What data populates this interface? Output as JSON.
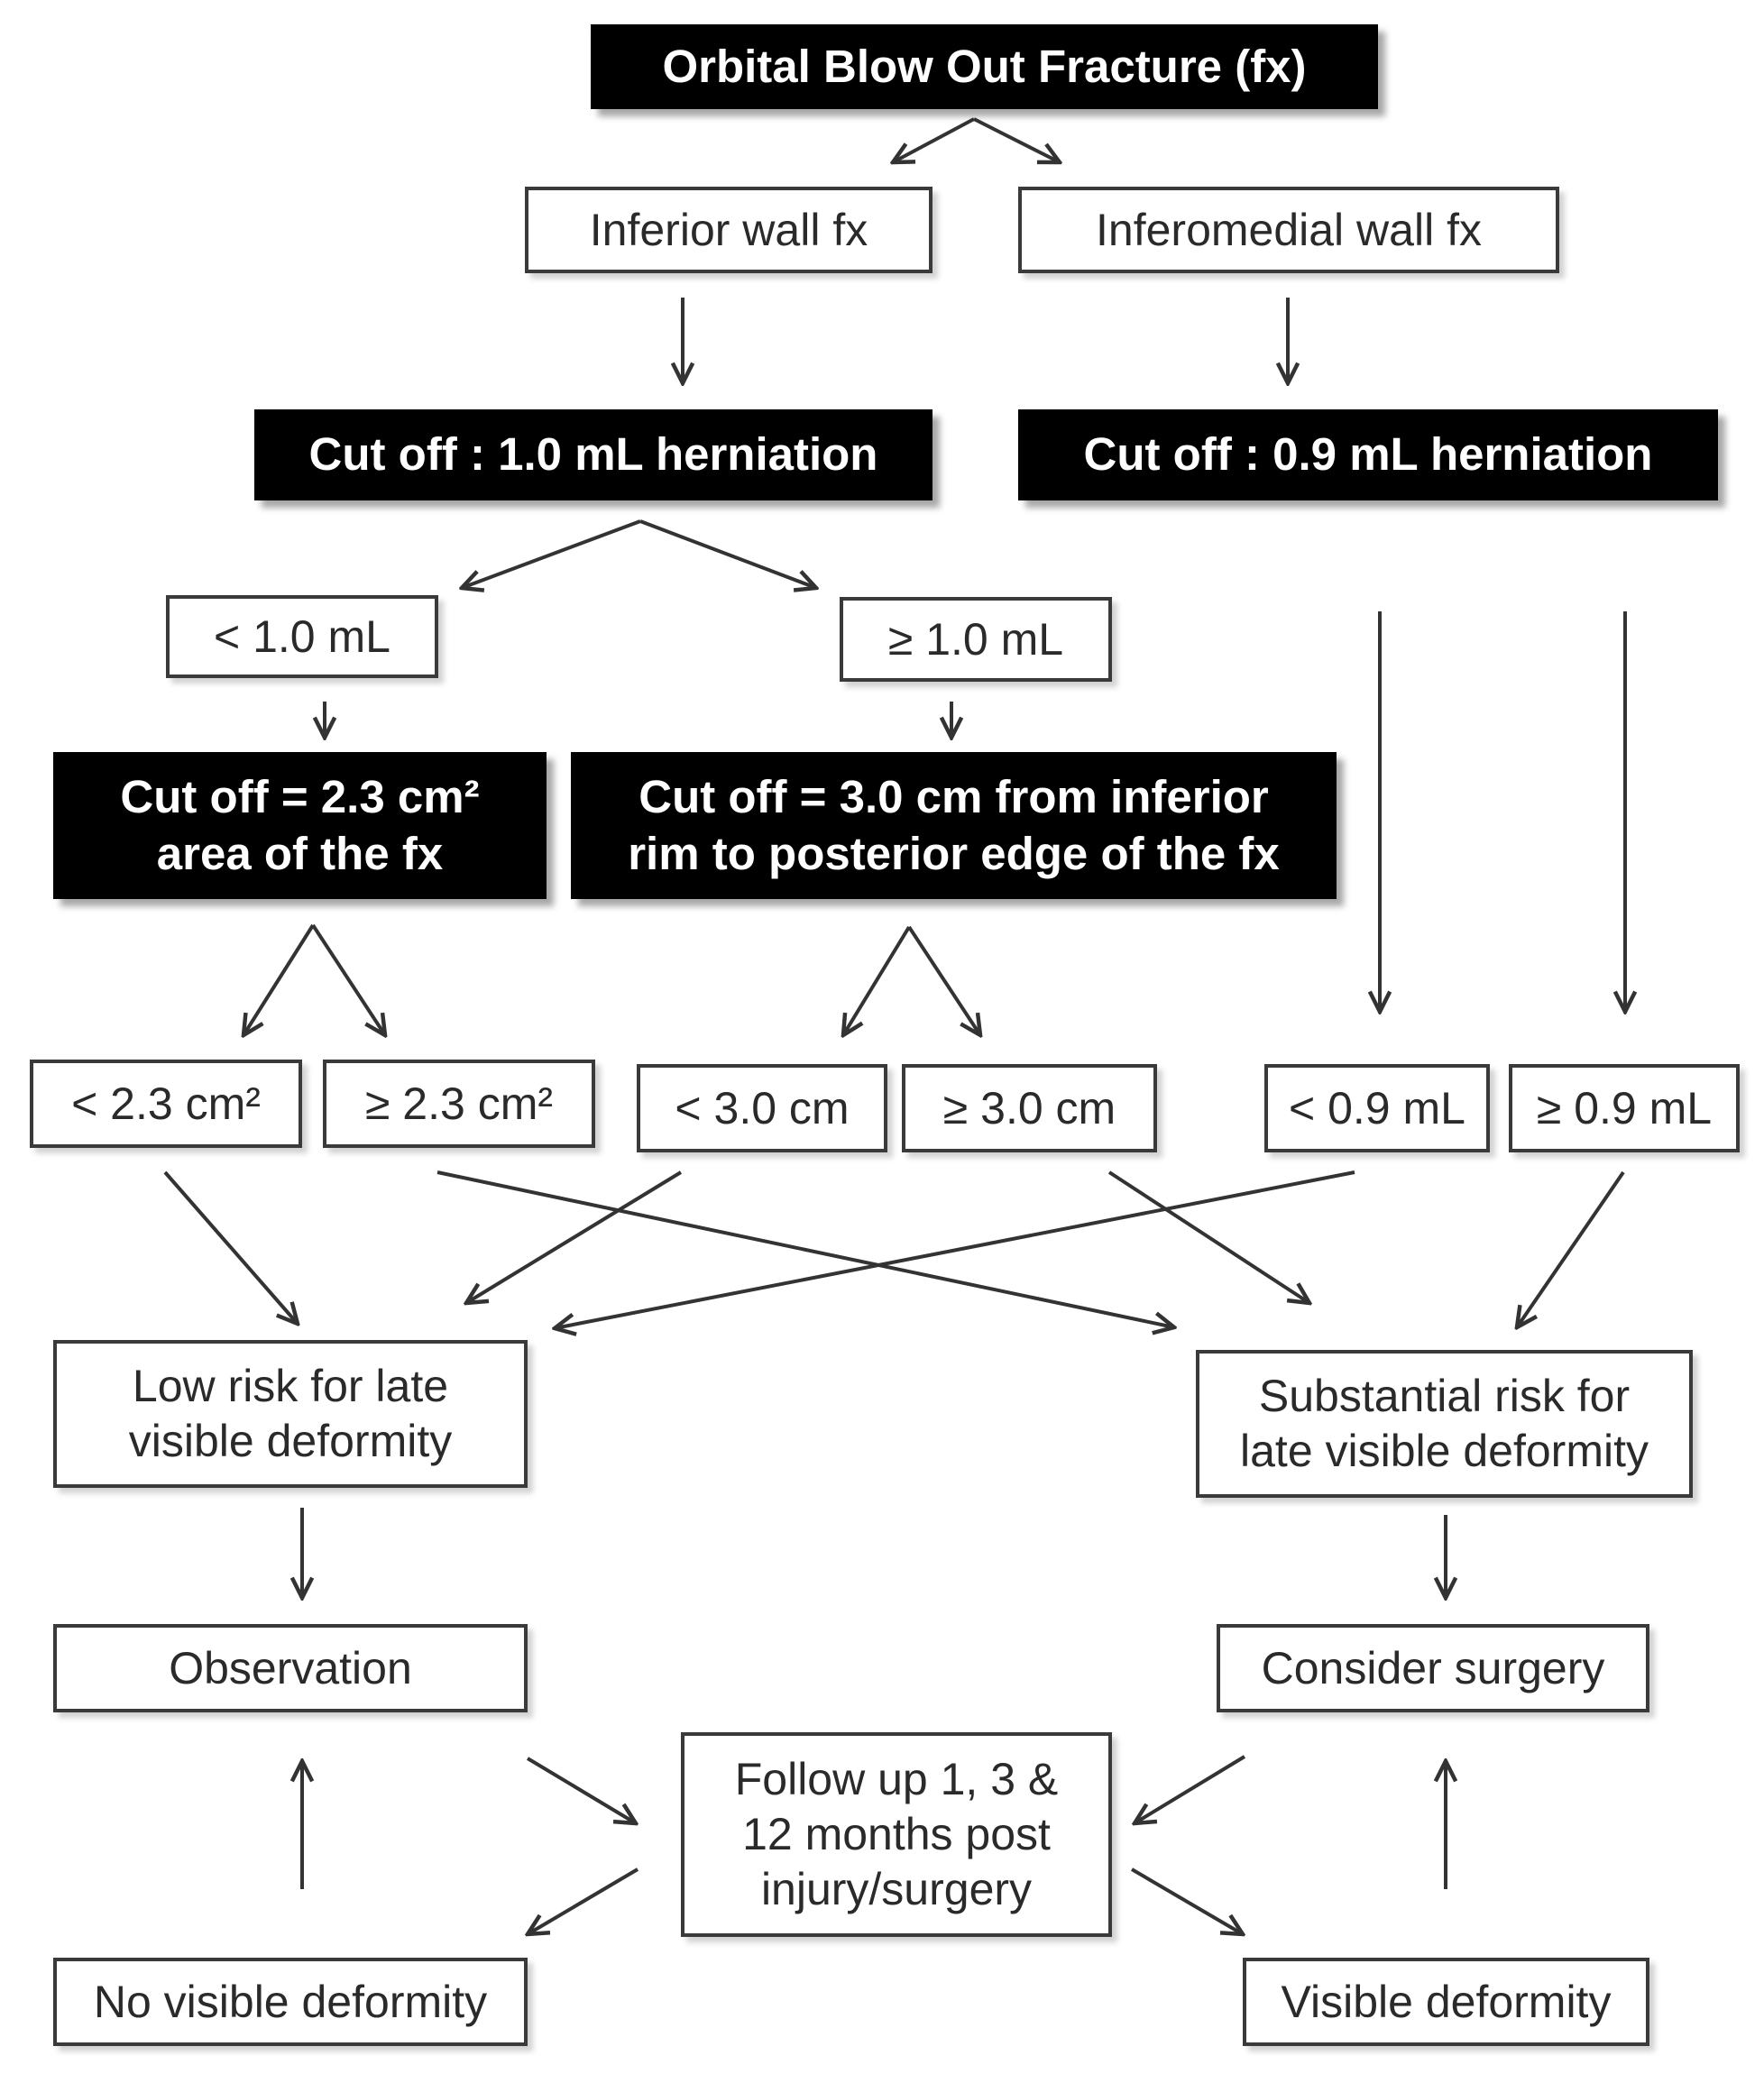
{
  "nodes": {
    "root": "Orbital Blow Out Fracture  (fx)",
    "inferior_wall": "Inferior wall fx",
    "inferomedial_wall": "Inferomedial wall fx",
    "cutoff_inferior": "Cut off : 1.0 mL herniation",
    "cutoff_inferomedial": "Cut off : 0.9 mL herniation",
    "lt_1_0_ml": "< 1.0 mL",
    "ge_1_0_ml": "≥ 1.0 mL",
    "cutoff_area": "Cut off = 2.3 cm²\narea of the fx",
    "cutoff_distance": "Cut off = 3.0 cm from inferior\nrim to posterior edge of the fx",
    "lt_2_3_cm2": "< 2.3 cm²",
    "ge_2_3_cm2": "≥ 2.3 cm²",
    "lt_3_0_cm": "< 3.0 cm",
    "ge_3_0_cm": "≥ 3.0 cm",
    "lt_0_9_ml": "< 0.9 mL",
    "ge_0_9_ml": "≥ 0.9 mL",
    "low_risk": "Low risk for late\nvisible deformity",
    "substantial_risk": "Substantial risk for\nlate visible deformity",
    "observation": "Observation",
    "consider_surgery": "Consider surgery",
    "follow_up": "Follow up 1, 3 &\n12 months post\ninjury/surgery",
    "no_visible_deformity": "No visible deformity",
    "visible_deformity": "Visible deformity"
  },
  "colors": {
    "dark_box": "#000000",
    "dark_text": "#ffffff",
    "light_border": "#3a3a3a",
    "arrow": "#333333"
  }
}
